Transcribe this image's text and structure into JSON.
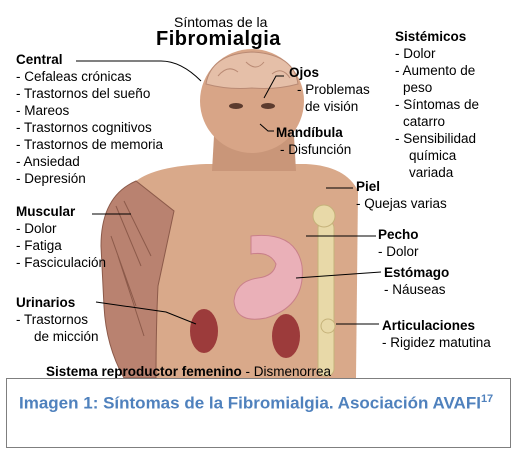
{
  "title_small": "Síntomas de la",
  "title_big": "Fibromialgia",
  "groups": {
    "central": {
      "head": "Central",
      "items": [
        "- Cefaleas crónicas",
        "- Trastornos del sueño",
        "- Mareos",
        "- Trastornos cognitivos",
        "- Trastornos de memoria",
        "- Ansiedad",
        "- Depresión"
      ]
    },
    "ojos": {
      "head": "Ojos",
      "items": [
        "- Problemas",
        "de visión"
      ]
    },
    "mandibula": {
      "head": "Mandíbula",
      "items": [
        "- Disfunción"
      ]
    },
    "sistemicos": {
      "head": "Sistémicos",
      "items": [
        "- Dolor",
        "- Aumento de",
        "peso",
        "- Síntomas de",
        "catarro",
        "- Sensibilidad",
        "química",
        "variada"
      ]
    },
    "piel": {
      "head": "Piel",
      "items": [
        "- Quejas varias"
      ]
    },
    "muscular": {
      "head": "Muscular",
      "items": [
        "- Dolor",
        "- Fatiga",
        "- Fasciculación"
      ]
    },
    "pecho": {
      "head": "Pecho",
      "items": [
        "- Dolor"
      ]
    },
    "estomago": {
      "head": "Estómago",
      "items": [
        "- Náuseas"
      ]
    },
    "urinarios": {
      "head": "Urinarios",
      "items": [
        "- Trastornos",
        "de micción"
      ]
    },
    "articulaciones": {
      "head": "Articulaciones",
      "items": [
        "- Rigidez matutina"
      ]
    }
  },
  "reproductive": {
    "head": "Sistema reproductor femenino",
    "text": " - Dismenorrea"
  },
  "caption": {
    "text": "Imagen 1: Síntomas de la Fibromialgia. Asociación AVAFI",
    "ref": "17"
  }
}
